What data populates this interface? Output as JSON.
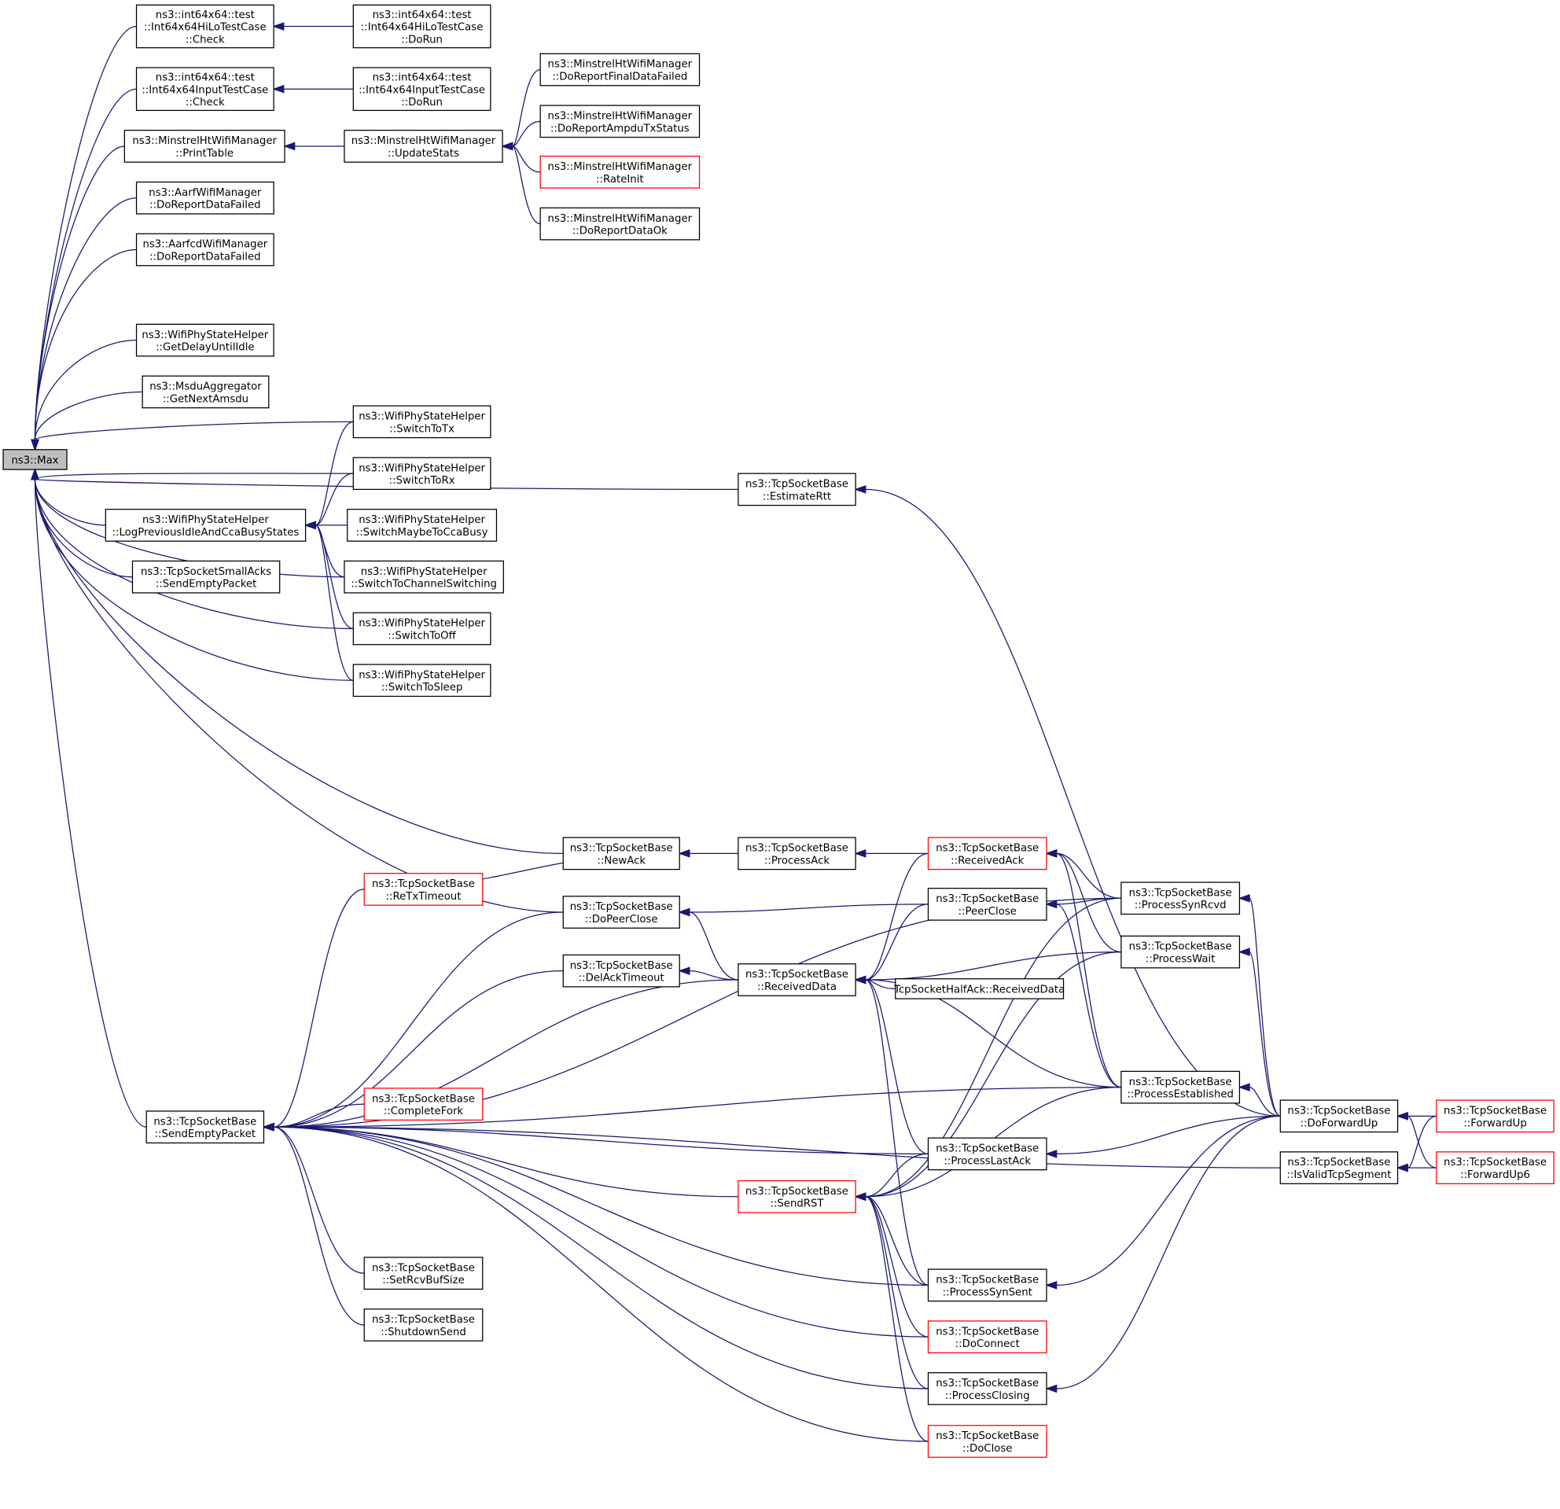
{
  "colors": {
    "edge": "#191970",
    "root_fill": "#bfbfbf",
    "red_border": "#ff0000",
    "border": "#000000"
  },
  "nodes": [
    {
      "lines": [
        "ns3::Max"
      ],
      "root": true
    },
    {
      "lines": [
        "ns3::int64x64::test",
        "::Int64x64HiLoTestCase",
        "::Check"
      ]
    },
    {
      "lines": [
        "ns3::int64x64::test",
        "::Int64x64HiLoTestCase",
        "::DoRun"
      ]
    },
    {
      "lines": [
        "ns3::int64x64::test",
        "::Int64x64InputTestCase",
        "::Check"
      ]
    },
    {
      "lines": [
        "ns3::int64x64::test",
        "::Int64x64InputTestCase",
        "::DoRun"
      ]
    },
    {
      "lines": [
        "ns3::MinstrelHtWifiManager",
        "::PrintTable"
      ]
    },
    {
      "lines": [
        "ns3::MinstrelHtWifiManager",
        "::UpdateStats"
      ]
    },
    {
      "lines": [
        "ns3::MinstrelHtWifiManager",
        "::DoReportFinalDataFailed"
      ]
    },
    {
      "lines": [
        "ns3::MinstrelHtWifiManager",
        "::DoReportAmpduTxStatus"
      ]
    },
    {
      "lines": [
        "ns3::MinstrelHtWifiManager",
        "::RateInit"
      ],
      "red": true
    },
    {
      "lines": [
        "ns3::MinstrelHtWifiManager",
        "::DoReportDataOk"
      ]
    },
    {
      "lines": [
        "ns3::AarfWifiManager",
        "::DoReportDataFailed"
      ]
    },
    {
      "lines": [
        "ns3::AarfcdWifiManager",
        "::DoReportDataFailed"
      ]
    },
    {
      "lines": [
        "ns3::WifiPhyStateHelper",
        "::GetDelayUntilIdle"
      ]
    },
    {
      "lines": [
        "ns3::MsduAggregator",
        "::GetNextAmsdu"
      ]
    },
    {
      "lines": [
        "ns3::WifiPhyStateHelper",
        "::SwitchToTx"
      ]
    },
    {
      "lines": [
        "ns3::WifiPhyStateHelper",
        "::SwitchToRx"
      ]
    },
    {
      "lines": [
        "ns3::WifiPhyStateHelper",
        "::LogPreviousIdleAndCcaBusyStates"
      ]
    },
    {
      "lines": [
        "ns3::WifiPhyStateHelper",
        "::SwitchMaybeToCcaBusy"
      ]
    },
    {
      "lines": [
        "ns3::TcpSocketSmallAcks",
        "::SendEmptyPacket"
      ]
    },
    {
      "lines": [
        "ns3::WifiPhyStateHelper",
        "::SwitchToChannelSwitching"
      ]
    },
    {
      "lines": [
        "ns3::WifiPhyStateHelper",
        "::SwitchToOff"
      ]
    },
    {
      "lines": [
        "ns3::WifiPhyStateHelper",
        "::SwitchToSleep"
      ]
    },
    {
      "lines": [
        "ns3::TcpSocketBase",
        "::EstimateRtt"
      ]
    },
    {
      "lines": [
        "ns3::TcpSocketBase",
        "::NewAck"
      ]
    },
    {
      "lines": [
        "ns3::TcpSocketBase",
        "::ProcessAck"
      ]
    },
    {
      "lines": [
        "ns3::TcpSocketBase",
        "::ReceivedAck"
      ],
      "red": true
    },
    {
      "lines": [
        "ns3::TcpSocketBase",
        "::ReTxTimeout"
      ],
      "red": true
    },
    {
      "lines": [
        "ns3::TcpSocketBase",
        "::DoPeerClose"
      ]
    },
    {
      "lines": [
        "ns3::TcpSocketBase",
        "::PeerClose"
      ]
    },
    {
      "lines": [
        "ns3::TcpSocketBase",
        "::ProcessSynRcvd"
      ]
    },
    {
      "lines": [
        "ns3::TcpSocketBase",
        "::ProcessWait"
      ]
    },
    {
      "lines": [
        "ns3::TcpSocketBase",
        "::DelAckTimeout"
      ]
    },
    {
      "lines": [
        "ns3::TcpSocketBase",
        "::ReceivedData"
      ]
    },
    {
      "lines": [
        "TcpSocketHalfAck::ReceivedData"
      ]
    },
    {
      "lines": [
        "ns3::TcpSocketBase",
        "::CompleteFork"
      ],
      "red": true
    },
    {
      "lines": [
        "ns3::TcpSocketBase",
        "::SendEmptyPacket"
      ]
    },
    {
      "lines": [
        "ns3::TcpSocketBase",
        "::ProcessEstablished"
      ]
    },
    {
      "lines": [
        "ns3::TcpSocketBase",
        "::DoForwardUp"
      ]
    },
    {
      "lines": [
        "ns3::TcpSocketBase",
        "::ForwardUp"
      ],
      "red": true
    },
    {
      "lines": [
        "ns3::TcpSocketBase",
        "::IsValidTcpSegment"
      ]
    },
    {
      "lines": [
        "ns3::TcpSocketBase",
        "::ForwardUp6"
      ],
      "red": true
    },
    {
      "lines": [
        "ns3::TcpSocketBase",
        "::ProcessLastAck"
      ]
    },
    {
      "lines": [
        "ns3::TcpSocketBase",
        "::SendRST"
      ],
      "red": true
    },
    {
      "lines": [
        "ns3::TcpSocketBase",
        "::SetRcvBufSize"
      ]
    },
    {
      "lines": [
        "ns3::TcpSocketBase",
        "::ProcessSynSent"
      ]
    },
    {
      "lines": [
        "ns3::TcpSocketBase",
        "::ShutdownSend"
      ]
    },
    {
      "lines": [
        "ns3::TcpSocketBase",
        "::DoConnect"
      ],
      "red": true
    },
    {
      "lines": [
        "ns3::TcpSocketBase",
        "::ProcessClosing"
      ]
    },
    {
      "lines": [
        "ns3::TcpSocketBase",
        "::DoClose"
      ],
      "red": true
    }
  ],
  "edges": [
    [
      1,
      0
    ],
    [
      3,
      0
    ],
    [
      5,
      0
    ],
    [
      11,
      0
    ],
    [
      12,
      0
    ],
    [
      13,
      0
    ],
    [
      14,
      0
    ],
    [
      15,
      0
    ],
    [
      16,
      0
    ],
    [
      17,
      0
    ],
    [
      19,
      0
    ],
    [
      20,
      0
    ],
    [
      21,
      0
    ],
    [
      22,
      0
    ],
    [
      23,
      0
    ],
    [
      24,
      0
    ],
    [
      28,
      0
    ],
    [
      36,
      0
    ],
    [
      2,
      1
    ],
    [
      4,
      3
    ],
    [
      6,
      5
    ],
    [
      7,
      6
    ],
    [
      8,
      6
    ],
    [
      9,
      6
    ],
    [
      10,
      6
    ],
    [
      15,
      17
    ],
    [
      16,
      17
    ],
    [
      18,
      17
    ],
    [
      20,
      17
    ],
    [
      21,
      17
    ],
    [
      22,
      17
    ],
    [
      38,
      23
    ],
    [
      25,
      24
    ],
    [
      26,
      25
    ],
    [
      27,
      24
    ],
    [
      27,
      36
    ],
    [
      28,
      36
    ],
    [
      32,
      36
    ],
    [
      33,
      36
    ],
    [
      30,
      36
    ],
    [
      37,
      36
    ],
    [
      42,
      36
    ],
    [
      43,
      36
    ],
    [
      44,
      36
    ],
    [
      46,
      36
    ],
    [
      47,
      36
    ],
    [
      48,
      36
    ],
    [
      49,
      36
    ],
    [
      45,
      36
    ],
    [
      35,
      36
    ],
    [
      40,
      36
    ],
    [
      29,
      28
    ],
    [
      33,
      28
    ],
    [
      33,
      32
    ],
    [
      29,
      33
    ],
    [
      26,
      33
    ],
    [
      31,
      33
    ],
    [
      34,
      33
    ],
    [
      37,
      33
    ],
    [
      42,
      33
    ],
    [
      45,
      33
    ],
    [
      30,
      26
    ],
    [
      31,
      26
    ],
    [
      37,
      26
    ],
    [
      30,
      29
    ],
    [
      37,
      29
    ],
    [
      38,
      30
    ],
    [
      38,
      31
    ],
    [
      38,
      37
    ],
    [
      38,
      42
    ],
    [
      38,
      45
    ],
    [
      38,
      48
    ],
    [
      39,
      38
    ],
    [
      41,
      38
    ],
    [
      39,
      40
    ],
    [
      41,
      40
    ],
    [
      30,
      43
    ],
    [
      31,
      43
    ],
    [
      37,
      43
    ],
    [
      42,
      43
    ],
    [
      45,
      43
    ],
    [
      47,
      43
    ],
    [
      48,
      43
    ],
    [
      49,
      43
    ]
  ]
}
